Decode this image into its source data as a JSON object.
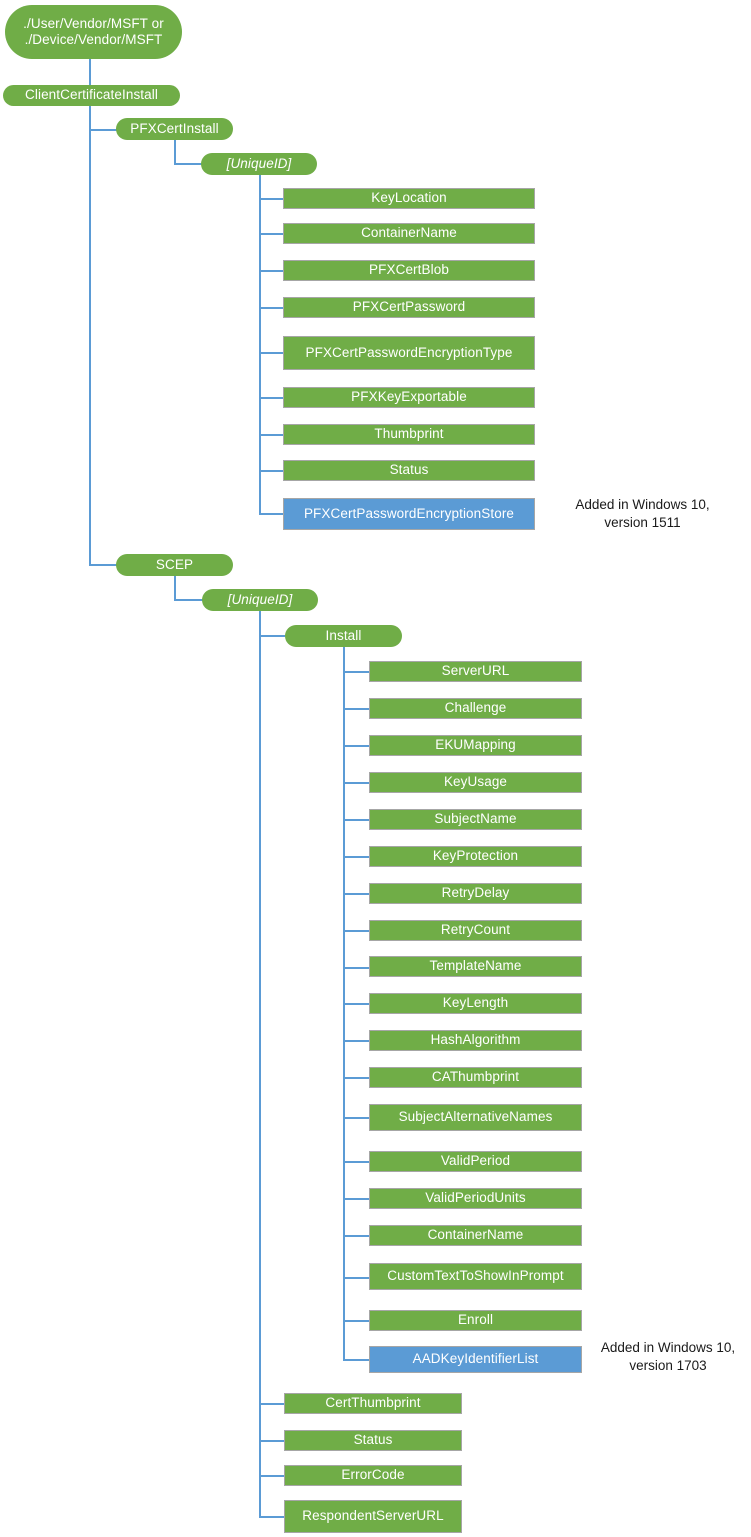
{
  "diagram": {
    "type": "tree-hierarchy",
    "title": "ClientCertificateInstall CSP tree",
    "colors": {
      "node_green": "#70AD47",
      "node_blue": "#5B9BD5",
      "connector": "#5B9BD5",
      "node_text": "#FFFFFF",
      "annotation_text": "#1A1A1A",
      "background": "#FFFFFF"
    },
    "root": {
      "label": "./User/Vendor/MSFT or\n./Device/Vendor/MSFT"
    },
    "level1": {
      "label": "ClientCertificateInstall"
    },
    "pfx": {
      "branch_label": "PFXCertInstall",
      "unique_id_label": "[UniqueID]",
      "leaves": [
        {
          "label": "KeyLocation",
          "color": "green"
        },
        {
          "label": "ContainerName",
          "color": "green"
        },
        {
          "label": "PFXCertBlob",
          "color": "green"
        },
        {
          "label": "PFXCertPassword",
          "color": "green"
        },
        {
          "label": "PFXCertPasswordEncryptionType",
          "color": "green"
        },
        {
          "label": "PFXKeyExportable",
          "color": "green"
        },
        {
          "label": "Thumbprint",
          "color": "green"
        },
        {
          "label": "Status",
          "color": "green"
        },
        {
          "label": "PFXCertPasswordEncryptionStore",
          "color": "blue"
        }
      ],
      "annotation": "Added in Windows 10,\nversion 1511"
    },
    "scep": {
      "branch_label": "SCEP",
      "unique_id_label": "[UniqueID]",
      "install_label": "Install",
      "install_leaves": [
        {
          "label": "ServerURL",
          "color": "green"
        },
        {
          "label": "Challenge",
          "color": "green"
        },
        {
          "label": "EKUMapping",
          "color": "green"
        },
        {
          "label": "KeyUsage",
          "color": "green"
        },
        {
          "label": "SubjectName",
          "color": "green"
        },
        {
          "label": "KeyProtection",
          "color": "green"
        },
        {
          "label": "RetryDelay",
          "color": "green"
        },
        {
          "label": "RetryCount",
          "color": "green"
        },
        {
          "label": "TemplateName",
          "color": "green"
        },
        {
          "label": "KeyLength",
          "color": "green"
        },
        {
          "label": "HashAlgorithm",
          "color": "green"
        },
        {
          "label": "CAThumbprint",
          "color": "green"
        },
        {
          "label": "SubjectAlternativeNames",
          "color": "green"
        },
        {
          "label": "ValidPeriod",
          "color": "green"
        },
        {
          "label": "ValidPeriodUnits",
          "color": "green"
        },
        {
          "label": "ContainerName",
          "color": "green"
        },
        {
          "label": "CustomTextToShowInPrompt",
          "color": "green"
        },
        {
          "label": "Enroll",
          "color": "green"
        },
        {
          "label": "AADKeyIdentifierList",
          "color": "blue"
        }
      ],
      "annotation": "Added in Windows 10,\nversion 1703",
      "status_leaves": [
        {
          "label": "CertThumbprint",
          "color": "green"
        },
        {
          "label": "Status",
          "color": "green"
        },
        {
          "label": "ErrorCode",
          "color": "green"
        },
        {
          "label": "RespondentServerURL",
          "color": "green"
        }
      ]
    }
  }
}
